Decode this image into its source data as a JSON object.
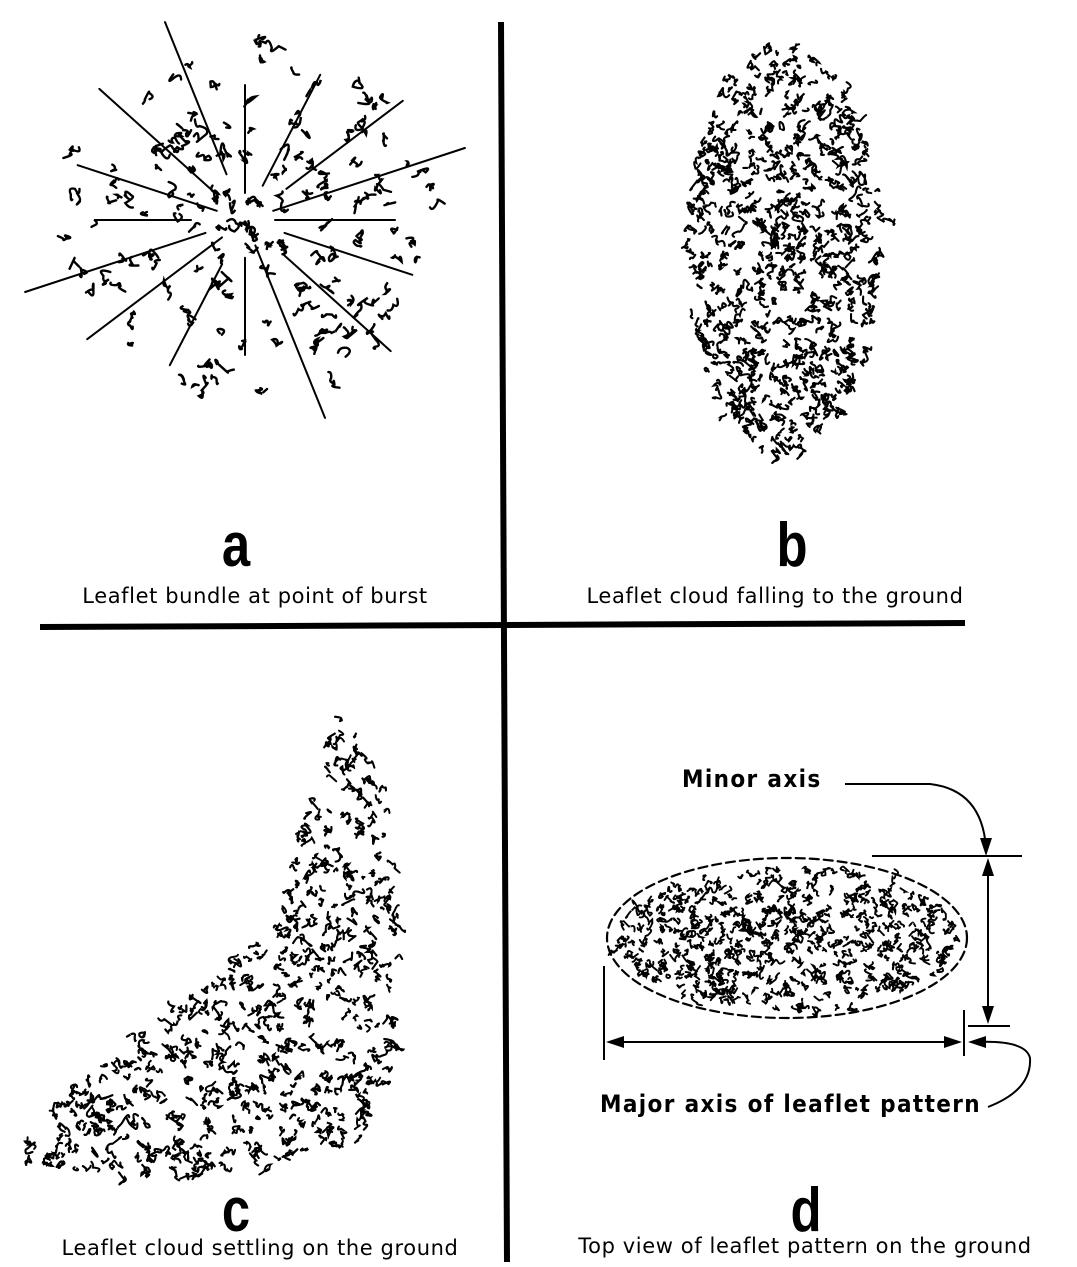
{
  "panels": [
    {
      "id": "a",
      "letter": "a",
      "caption": "Leaflet bundle at point of burst"
    },
    {
      "id": "b",
      "letter": "b",
      "caption": "Leaflet cloud falling to the ground"
    },
    {
      "id": "c",
      "letter": "c",
      "caption": "Leaflet cloud settling on the ground"
    },
    {
      "id": "d",
      "letter": "d",
      "caption": "Top view of leaflet pattern on the ground"
    }
  ],
  "axes": {
    "minor_label": "Minor axis",
    "major_label": "Major axis of leaflet pattern"
  },
  "colors": {
    "ink": "#000000",
    "paper": "#ffffff"
  }
}
